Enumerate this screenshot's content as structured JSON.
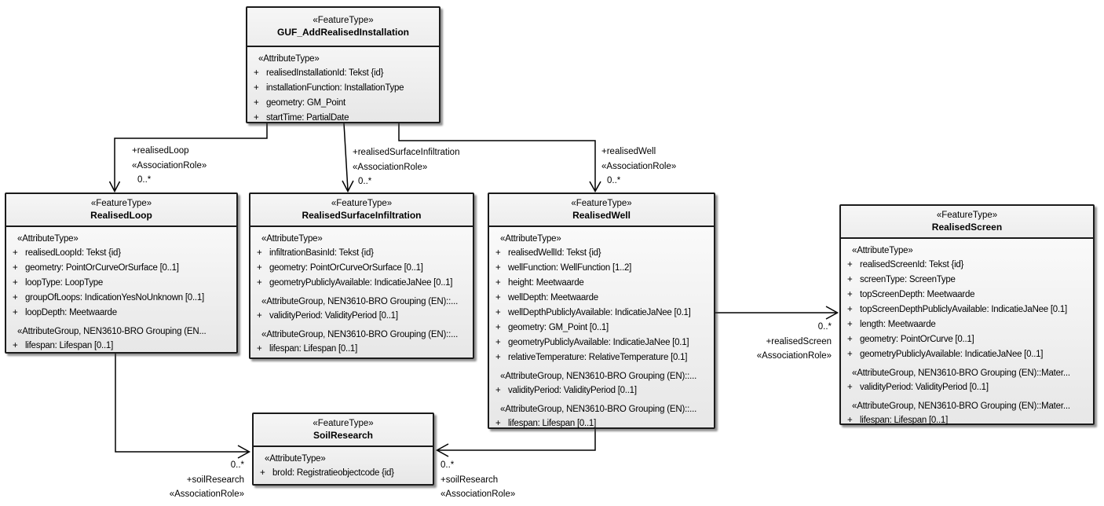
{
  "ui": {
    "plus": "+"
  },
  "classes": {
    "guf": {
      "stereotype": "«FeatureType»",
      "name": "GUF_AddRealisedInstallation",
      "attr_header": "«AttributeType»",
      "attributes": [
        "realisedInstallationId: Tekst {id}",
        "installationFunction: InstallationType",
        "geometry: GM_Point",
        "startTime: PartialDate"
      ]
    },
    "loop": {
      "stereotype": "«FeatureType»",
      "name": "RealisedLoop",
      "attr_header": "«AttributeType»",
      "attributes": [
        "realisedLoopId: Tekst {id}",
        "geometry: PointOrCurveOrSurface [0..1]",
        "loopType: LoopType",
        "groupOfLoops: IndicationYesNoUnknown [0..1]",
        "loopDepth: Meetwaarde"
      ],
      "groups": [
        {
          "header": "«AttributeGroup, NEN3610-BRO Grouping (EN...",
          "attributes": [
            "lifespan: Lifespan [0..1]"
          ]
        }
      ]
    },
    "surface_infiltration": {
      "stereotype": "«FeatureType»",
      "name": "RealisedSurfaceInfiltration",
      "attr_header": "«AttributeType»",
      "attributes": [
        "infiltrationBasinId: Tekst {id}",
        "geometry: PointOrCurveOrSurface [0..1]",
        "geometryPubliclyAvailable: IndicatieJaNee [0..1]"
      ],
      "groups": [
        {
          "header": "«AttributeGroup, NEN3610-BRO Grouping (EN)::...",
          "attributes": [
            "validityPeriod: ValidityPeriod [0..1]"
          ]
        },
        {
          "header": "«AttributeGroup, NEN3610-BRO Grouping (EN)::...",
          "attributes": [
            "lifespan: Lifespan [0..1]"
          ]
        }
      ]
    },
    "well": {
      "stereotype": "«FeatureType»",
      "name": "RealisedWell",
      "attr_header": "«AttributeType»",
      "attributes": [
        "realisedWellId: Tekst {id}",
        "wellFunction: WellFunction [1..2]",
        "height: Meetwaarde",
        "wellDepth: Meetwaarde",
        "wellDepthPubliclyAvailable: IndicatieJaNee [0.1]",
        "geometry: GM_Point [0..1]",
        "geometryPubliclyAvailable: IndicatieJaNee [0.1]",
        "relativeTemperature: RelativeTemperature [0.1]"
      ],
      "groups": [
        {
          "header": "«AttributeGroup, NEN3610-BRO Grouping (EN)::...",
          "attributes": [
            "validityPeriod: ValidityPeriod [0..1]"
          ]
        },
        {
          "header": "«AttributeGroup, NEN3610-BRO Grouping (EN)::...",
          "attributes": [
            "lifespan: Lifespan [0..1]"
          ]
        }
      ]
    },
    "screen": {
      "stereotype": "«FeatureType»",
      "name": "RealisedScreen",
      "attr_header": "«AttributeType»",
      "attributes": [
        "realisedScreenId: Tekst {id}",
        "screenType: ScreenType",
        "topScreenDepth: Meetwaarde",
        "topScreenDepthPubliclyAvailable: IndicatieJaNee [0.1]",
        "length: Meetwaarde",
        "geometry: PointOrCurve [0..1]",
        "geometryPubliclyAvailable: IndicatieJaNee [0..1]"
      ],
      "groups": [
        {
          "header": "«AttributeGroup, NEN3610-BRO Grouping (EN)::Mater...",
          "attributes": [
            "validityPeriod: ValidityPeriod [0..1]"
          ]
        },
        {
          "header": "«AttributeGroup, NEN3610-BRO Grouping (EN)::Mater...",
          "attributes": [
            "lifespan: Lifespan [0..1]"
          ]
        }
      ]
    },
    "soil": {
      "stereotype": "«FeatureType»",
      "name": "SoilResearch",
      "attr_header": "«AttributeType»",
      "attributes": [
        "broId: Registratieobjectcode {id}"
      ]
    }
  },
  "associations": {
    "realised_loop": {
      "role": "+realisedLoop",
      "stereotype": "«AssociationRole»",
      "multiplicity": "0..*"
    },
    "realised_surface_infiltration": {
      "role": "+realisedSurfaceInfiltration",
      "stereotype": "«AssociationRole»",
      "multiplicity": "0..*"
    },
    "realised_well": {
      "role": "+realisedWell",
      "stereotype": "«AssociationRole»",
      "multiplicity": "0..*"
    },
    "realised_screen": {
      "role": "+realisedScreen",
      "stereotype": "«AssociationRole»",
      "multiplicity": "0..*"
    },
    "soil_research_from_loop": {
      "role": "+soilResearch",
      "stereotype": "«AssociationRole»",
      "multiplicity": "0..*"
    },
    "soil_research_from_well": {
      "role": "+soilResearch",
      "stereotype": "«AssociationRole»",
      "multiplicity": "0..*"
    }
  },
  "colors": {
    "border": "#1b1b1b",
    "line": "#000000",
    "fill_top": "#fdfdfd",
    "fill_bottom": "#e7e7e7"
  }
}
